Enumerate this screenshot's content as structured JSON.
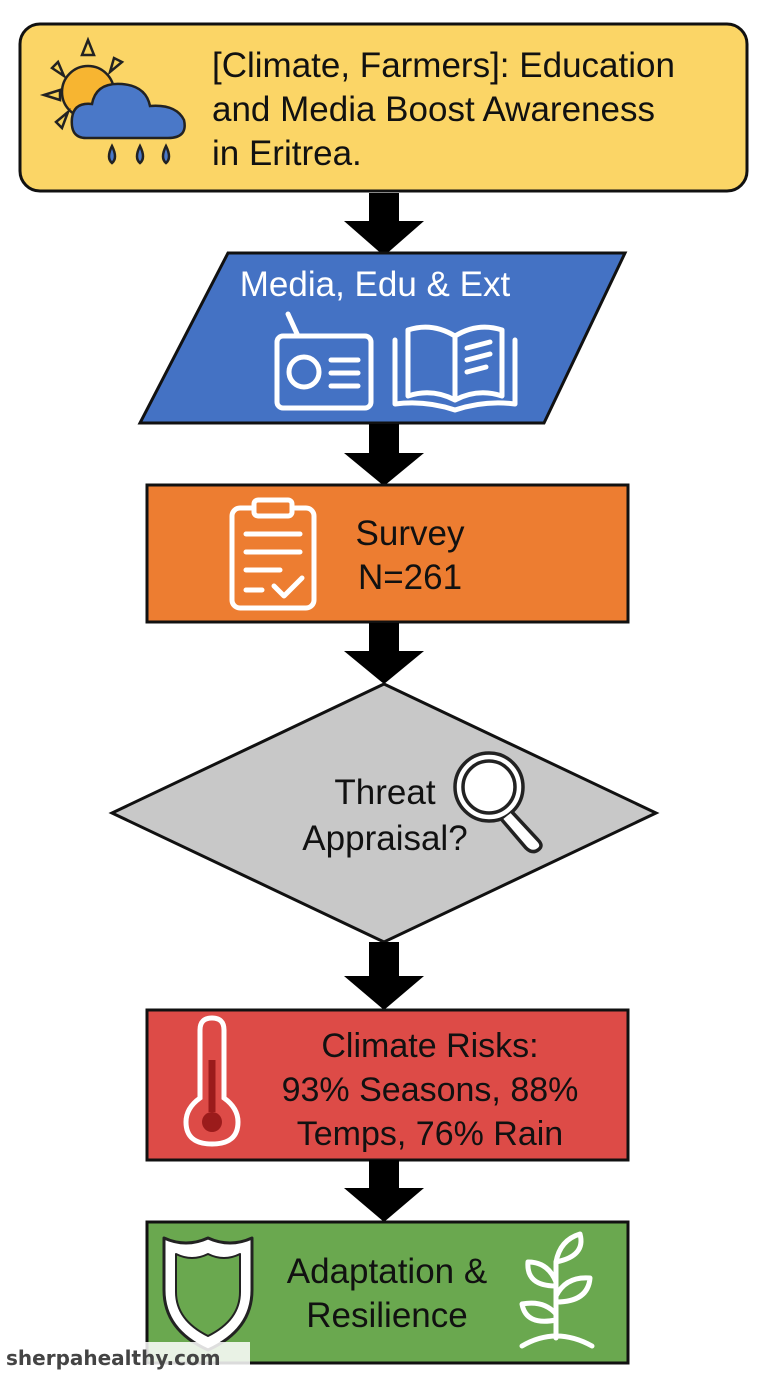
{
  "colors": {
    "title_fill": "#fbd566",
    "media_fill": "#4472c4",
    "survey_fill": "#ed7d31",
    "decision_fill": "#c8c8c8",
    "risk_fill": "#dd4b47",
    "adapt_fill": "#6aa84f",
    "arrow": "#000000"
  },
  "title": {
    "lines": [
      "[Climate, Farmers]: Education",
      "and Media Boost Awareness",
      "in Eritrea."
    ],
    "icon": "sun-cloud-rain-icon"
  },
  "media": {
    "label": "Media, Edu & Ext",
    "icons": [
      "radio-icon",
      "open-book-icon"
    ]
  },
  "survey": {
    "lines": [
      "Survey",
      "N=261"
    ],
    "icon": "clipboard-check-icon"
  },
  "decision": {
    "lines": [
      "Threat",
      "Appraisal?"
    ],
    "icon": "magnifier-icon"
  },
  "risks": {
    "lines": [
      "Climate Risks:",
      "93% Seasons, 88%",
      "Temps, 76% Rain"
    ],
    "icon": "thermometer-icon"
  },
  "adaptation": {
    "lines": [
      "Adaptation &",
      "Resilience"
    ],
    "icons": [
      "shield-icon",
      "sprout-icon"
    ]
  },
  "watermark": "sherpahealthy.com"
}
